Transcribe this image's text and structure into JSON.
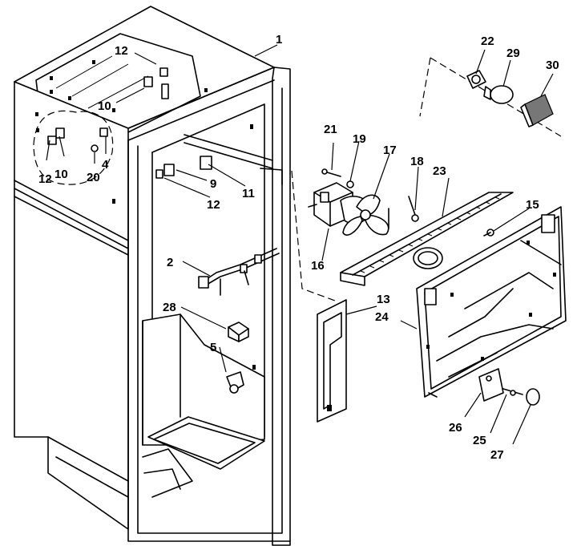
{
  "diagram": {
    "labels": {
      "p1": "1",
      "p2": "2",
      "p4": "4",
      "p5": "5",
      "p9": "9",
      "p10a": "10",
      "p10b": "10",
      "p11": "11",
      "p12a": "12",
      "p12b": "12",
      "p12c": "12",
      "p13": "13",
      "p15": "15",
      "p16": "16",
      "p17": "17",
      "p18": "18",
      "p19": "19",
      "p20": "20",
      "p21": "21",
      "p22": "22",
      "p23": "23",
      "p24": "24",
      "p25": "25",
      "p26": "26",
      "p27": "27",
      "p28": "28",
      "p29": "29",
      "p30": "30"
    },
    "line_color": "#000000",
    "background": "#ffffff"
  }
}
